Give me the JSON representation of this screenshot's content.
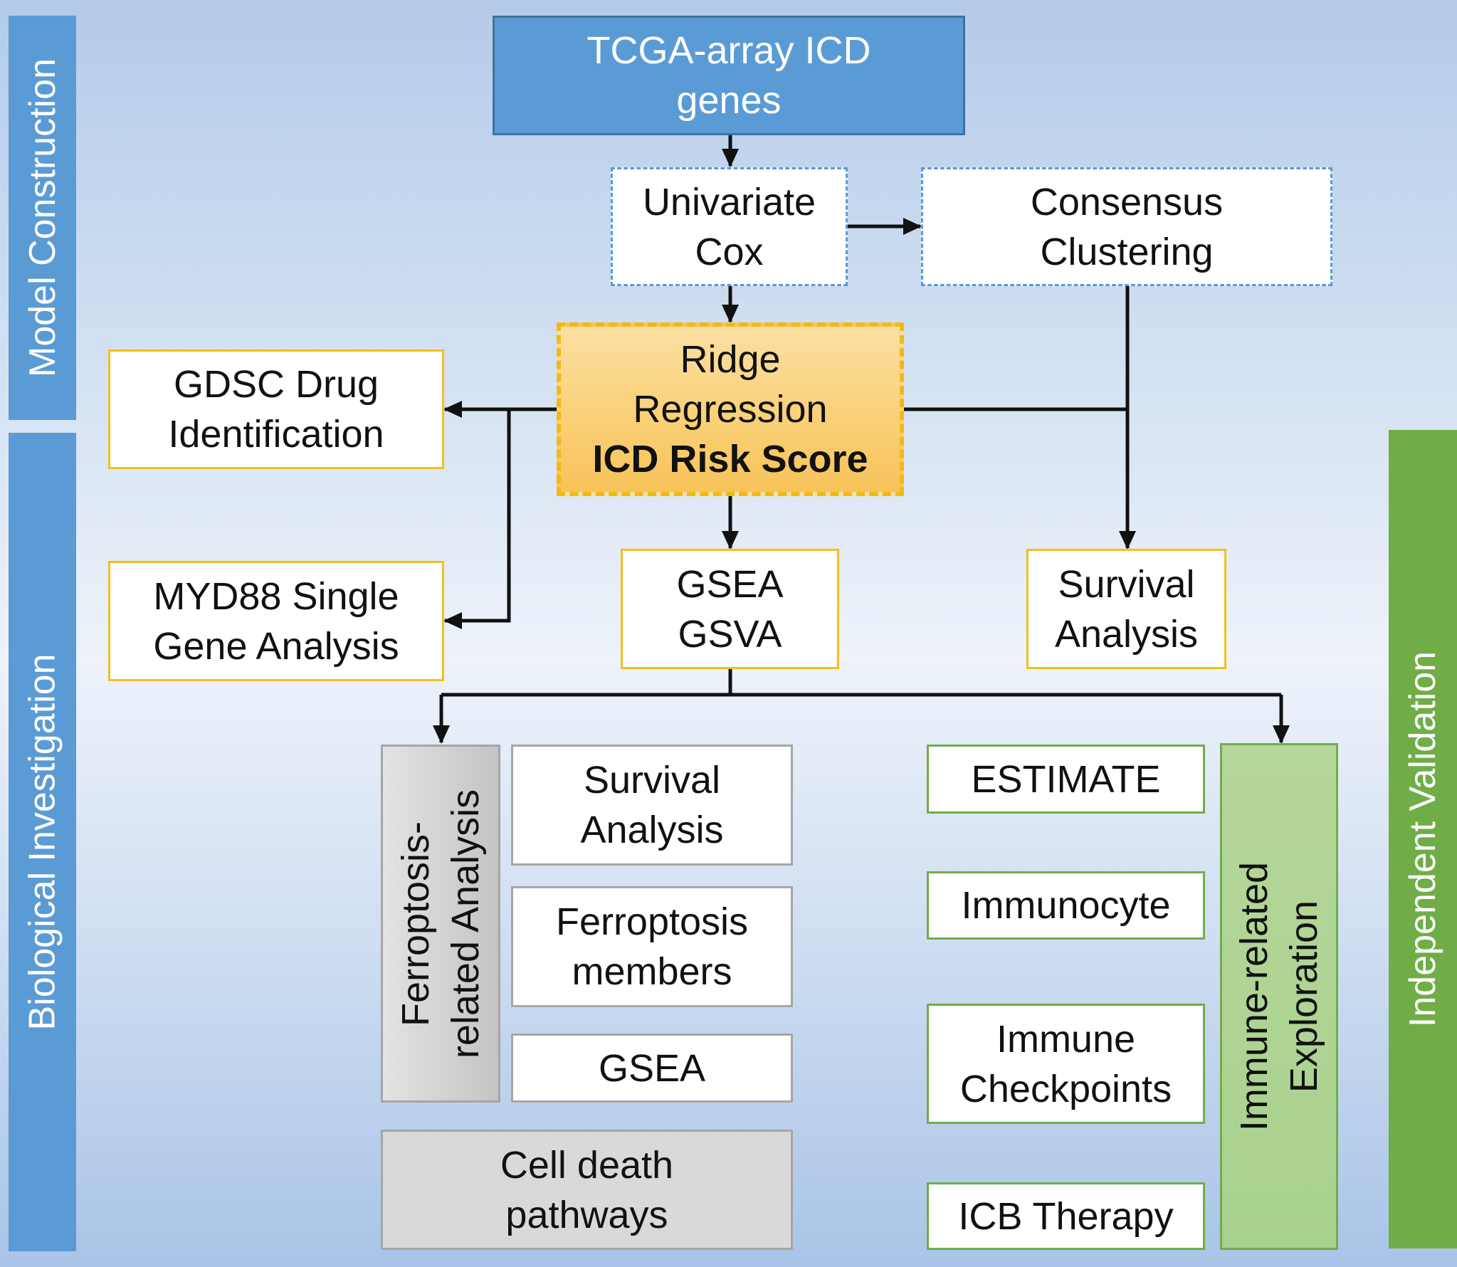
{
  "sidebars": {
    "model_construction": "Model Construction",
    "biological_investigation": "Biological Investigation",
    "independent_validation": "Independent Validation"
  },
  "nodes": {
    "tcga": [
      "TCGA-array ICD",
      "genes"
    ],
    "univariate_cox": [
      "Univariate",
      "Cox"
    ],
    "consensus_clustering": [
      "Consensus",
      "Clustering"
    ],
    "ridge": [
      "Ridge",
      "Regression",
      "ICD Risk Score"
    ],
    "gdsc": [
      "GDSC Drug",
      "Identification"
    ],
    "myd88": [
      "MYD88 Single",
      "Gene Analysis"
    ],
    "gsea_gsva": [
      "GSEA",
      "GSVA"
    ],
    "survival_top": [
      "Survival",
      "Analysis"
    ],
    "ferroptosis_group": [
      "Ferroptosis-",
      "related Analysis"
    ],
    "survival_sub": [
      "Survival",
      "Analysis"
    ],
    "ferroptosis_members": [
      "Ferroptosis",
      "members"
    ],
    "gsea_sub": "GSEA",
    "cell_death": [
      "Cell death",
      "pathways"
    ],
    "estimate": "ESTIMATE",
    "immunocyte": "Immunocyte",
    "immune_checkpoints": [
      "Immune",
      "Checkpoints"
    ],
    "icb_therapy": "ICB Therapy",
    "immune_group": [
      "Immune-related",
      "Exploration"
    ]
  },
  "colors": {
    "blue_sidebar": "#5b9bd5",
    "green_sidebar": "#70ad47",
    "yellow_border": "#f5bf1c",
    "green_border": "#70ad47",
    "grey_border": "#a6a6a6",
    "ridge_fill": "#f9cf73",
    "immune_group_fill": "#a9d18e"
  }
}
